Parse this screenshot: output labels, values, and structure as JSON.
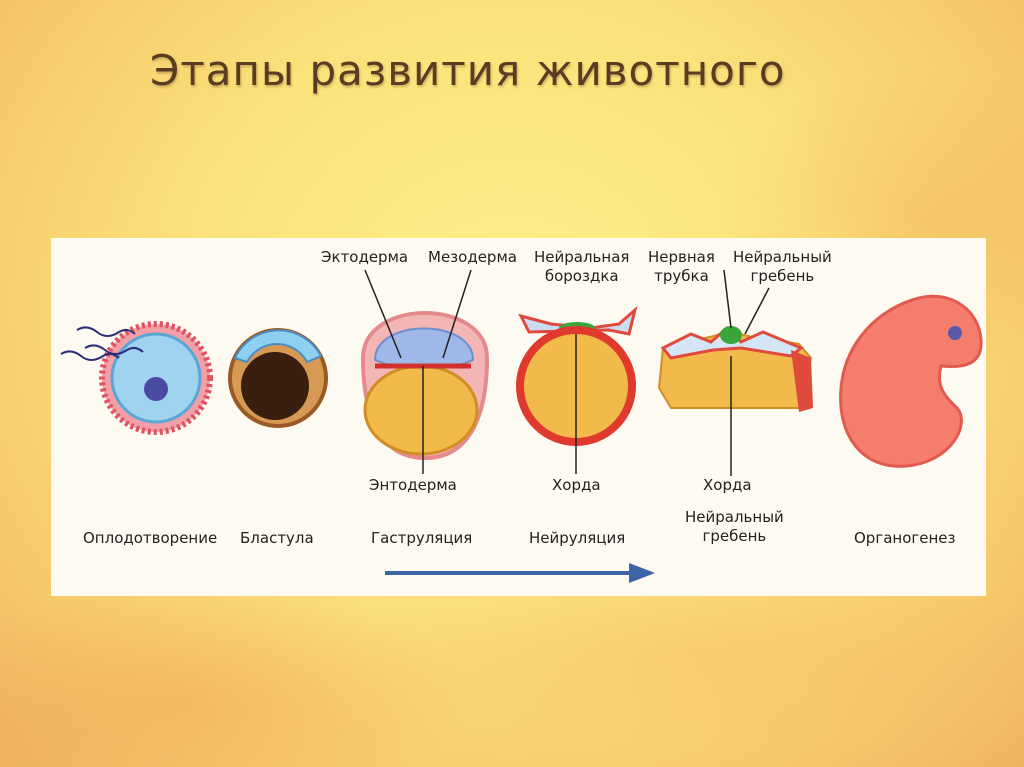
{
  "title": "Этапы развития животного",
  "labels": {
    "ectoderm": "Эктодерма",
    "mesoderm": "Мезодерма",
    "neural_groove": "Нейральная\nбороздка",
    "neural_tube": "Нервная\nтрубка",
    "neural_crest_top": "Нейральный\nгребень",
    "endoderm": "Энтодерма",
    "chord_1": "Хорда",
    "chord_2": "Хорда",
    "neural_crest_bottom": "Нейральный\nгребень"
  },
  "stages": [
    "Оплодотворение",
    "Бластула",
    "Гаструляция",
    "Нейруляция",
    "Органогенез"
  ],
  "colors": {
    "arrow": "#3d63a8",
    "title": "#5a3c22"
  }
}
